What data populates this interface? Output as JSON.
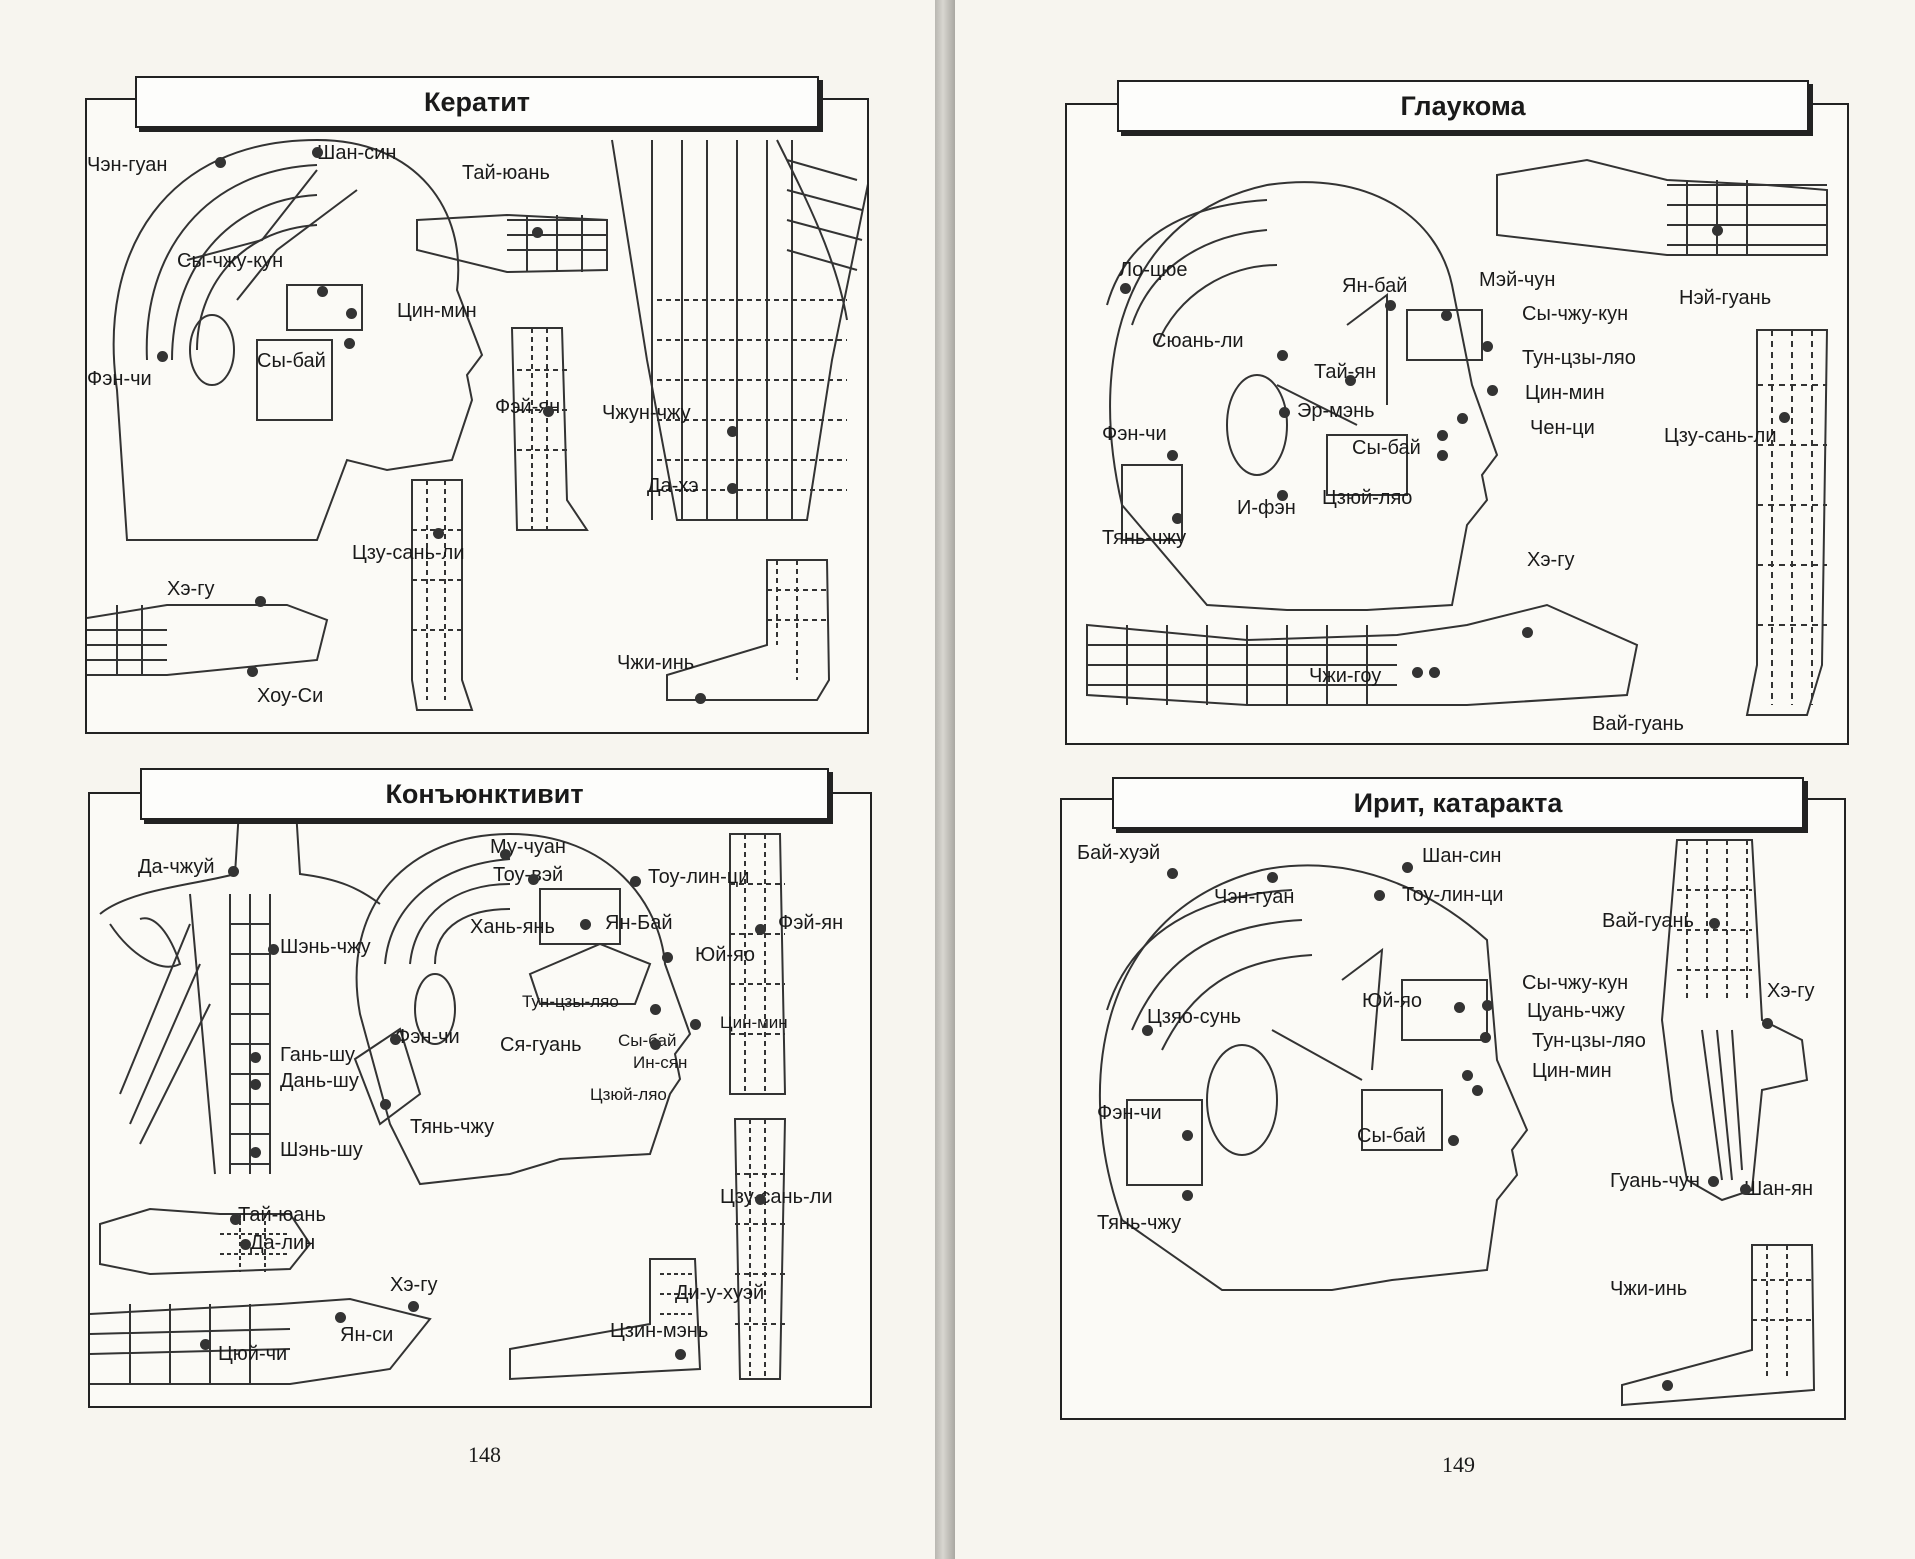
{
  "pages": {
    "left": {
      "page_number": "148",
      "keratitis": {
        "title": "Кератит",
        "labels": [
          "Чэн-гуан",
          "Шан-син",
          "Тай-юань",
          "Сы-чжу-кун",
          "Цин-мин",
          "Сы-бай",
          "Фэн-чи",
          "Фэй-ян",
          "Чжун-чжу",
          "Да-хэ",
          "Цзу-сань-ли",
          "Хэ-гу",
          "Хоу-Си",
          "Чжи-инь"
        ]
      },
      "conjunctivitis": {
        "title": "Конъюнктивит",
        "labels": [
          "Да-чжуй",
          "Шэнь-чжу",
          "Гань-шу",
          "Дань-шу",
          "Шэнь-шу",
          "Тай-юань",
          "Да-лин",
          "Цюй-чи",
          "Ян-си",
          "Хэ-гу",
          "Му-чуан",
          "Тоу-вэй",
          "Тоу-лин-ци",
          "Хань-янь",
          "Ян-Бай",
          "Юй-яо",
          "Тун-цзы-ляо",
          "Цин-мин",
          "Ся-гуань",
          "Сы-бай",
          "Ин-сян",
          "Цзюй-ляо",
          "Фэн-чи",
          "Тянь-чжу",
          "Фэй-ян",
          "Цзу-сань-ли",
          "Ди-у-хуэй",
          "Цзин-мэнь"
        ]
      }
    },
    "right": {
      "page_number": "149",
      "glaucoma": {
        "title": "Глаукома",
        "labels": [
          "Ло-цюе",
          "Ян-бай",
          "Мэй-чун",
          "Сы-чжу-кун",
          "Сюань-ли",
          "Тай-ян",
          "Тун-цзы-ляо",
          "Нэй-гуань",
          "Цин-мин",
          "Эр-мэнь",
          "Чен-ци",
          "Фэн-чи",
          "Сы-бай",
          "Цзу-сань-ли",
          "Цзюй-ляо",
          "И-фэн",
          "Тянь-чжу",
          "Хэ-гу",
          "Чжи-гоу",
          "Вай-гуань"
        ]
      },
      "iritis": {
        "title": "Ирит, катаракта",
        "labels": [
          "Бай-хуэй",
          "Шан-син",
          "Чэн-гуан",
          "Тоу-лин-ци",
          "Вай-гуань",
          "Сы-чжу-кун",
          "Юй-яо",
          "Цуань-чжу",
          "Хэ-гу",
          "Цзяо-сунь",
          "Тун-цзы-ляо",
          "Цин-мин",
          "Фэн-чи",
          "Сы-бай",
          "Гуань-чун",
          "Шан-ян",
          "Тянь-чжу",
          "Чжи-инь"
        ]
      }
    }
  }
}
